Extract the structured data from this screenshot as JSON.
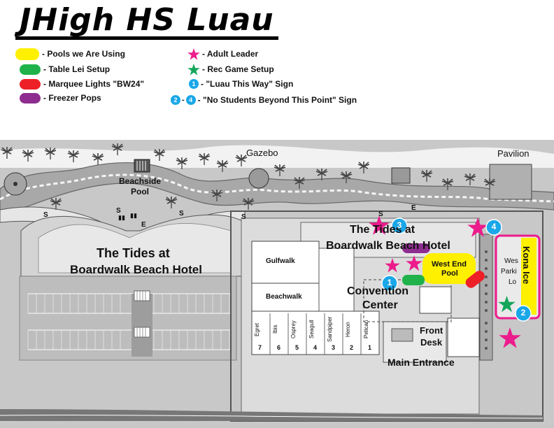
{
  "title": "JHigh HS Luau",
  "legend": {
    "items": [
      {
        "label": "- Pools we Are Using",
        "color": "#fff000",
        "kind": "pill"
      },
      {
        "label": "- Table Lei Setup",
        "color": "#1fb24a",
        "kind": "pill"
      },
      {
        "label": "- Marquee Lights \"BW24\"",
        "color": "#ee2027",
        "kind": "pill"
      },
      {
        "label": "- Freezer Pops",
        "color": "#8e2d8f",
        "kind": "pill"
      },
      {
        "label": "- Adult Leader",
        "color": "#ec1c8c",
        "kind": "star"
      },
      {
        "label": "- Rec Game Setup",
        "color": "#14a65b",
        "kind": "star"
      },
      {
        "label": "- \"Luau This Way\" Sign",
        "color": "#1aa7e8",
        "kind": "num",
        "num": "1"
      },
      {
        "label": "- \"No Students Beyond This Point\" Sign",
        "color": "#1aa7e8",
        "kind": "numrange",
        "num": "2",
        "num2": "4"
      }
    ]
  },
  "map": {
    "gazebo": "Gazebo",
    "pavilion": "Pavilion",
    "beachside_pool": "Beachside Pool",
    "tides_left_line1": "The Tides at",
    "tides_left_line2": "Boardwalk Beach Hotel",
    "tides_right_line1": "The Tides at",
    "tides_right_line2": "Boardwalk Beach Hotel",
    "gulfwalk": "Gulfwalk",
    "beachwalk": "Beachwalk",
    "rooms": [
      {
        "name": "Egret",
        "num": "7"
      },
      {
        "name": "Ibis",
        "num": "6"
      },
      {
        "name": "Osprey",
        "num": "5"
      },
      {
        "name": "Seagull",
        "num": "4"
      },
      {
        "name": "Sandpiper",
        "num": "3"
      },
      {
        "name": "Heron",
        "num": "2"
      },
      {
        "name": "Pelican",
        "num": "1"
      }
    ],
    "convention_line1": "Convention",
    "convention_line2": "Center",
    "west_end_pool_line1": "West End",
    "west_end_pool_line2": "Pool",
    "front_desk_line1": "Front",
    "front_desk_line2": "Desk",
    "main_entrance": "Main Entrance",
    "kona_ice": "Kona Ice",
    "west_lot_line1": "Wes",
    "west_lot_line2": "Parki",
    "west_lot_line3": "Lo",
    "sign_markers": [
      "1",
      "2",
      "3",
      "4"
    ],
    "s_marker": "S",
    "e_marker": "E",
    "restroom": "▮▮"
  },
  "colors": {
    "pool_yellow": "#fff000",
    "lei_green": "#1fb24a",
    "marquee_red": "#ee2027",
    "freezer_purple": "#8e2d8f",
    "adult_pink": "#ec1c8c",
    "rec_green": "#14a65b",
    "sign_blue": "#1aa7e8"
  }
}
